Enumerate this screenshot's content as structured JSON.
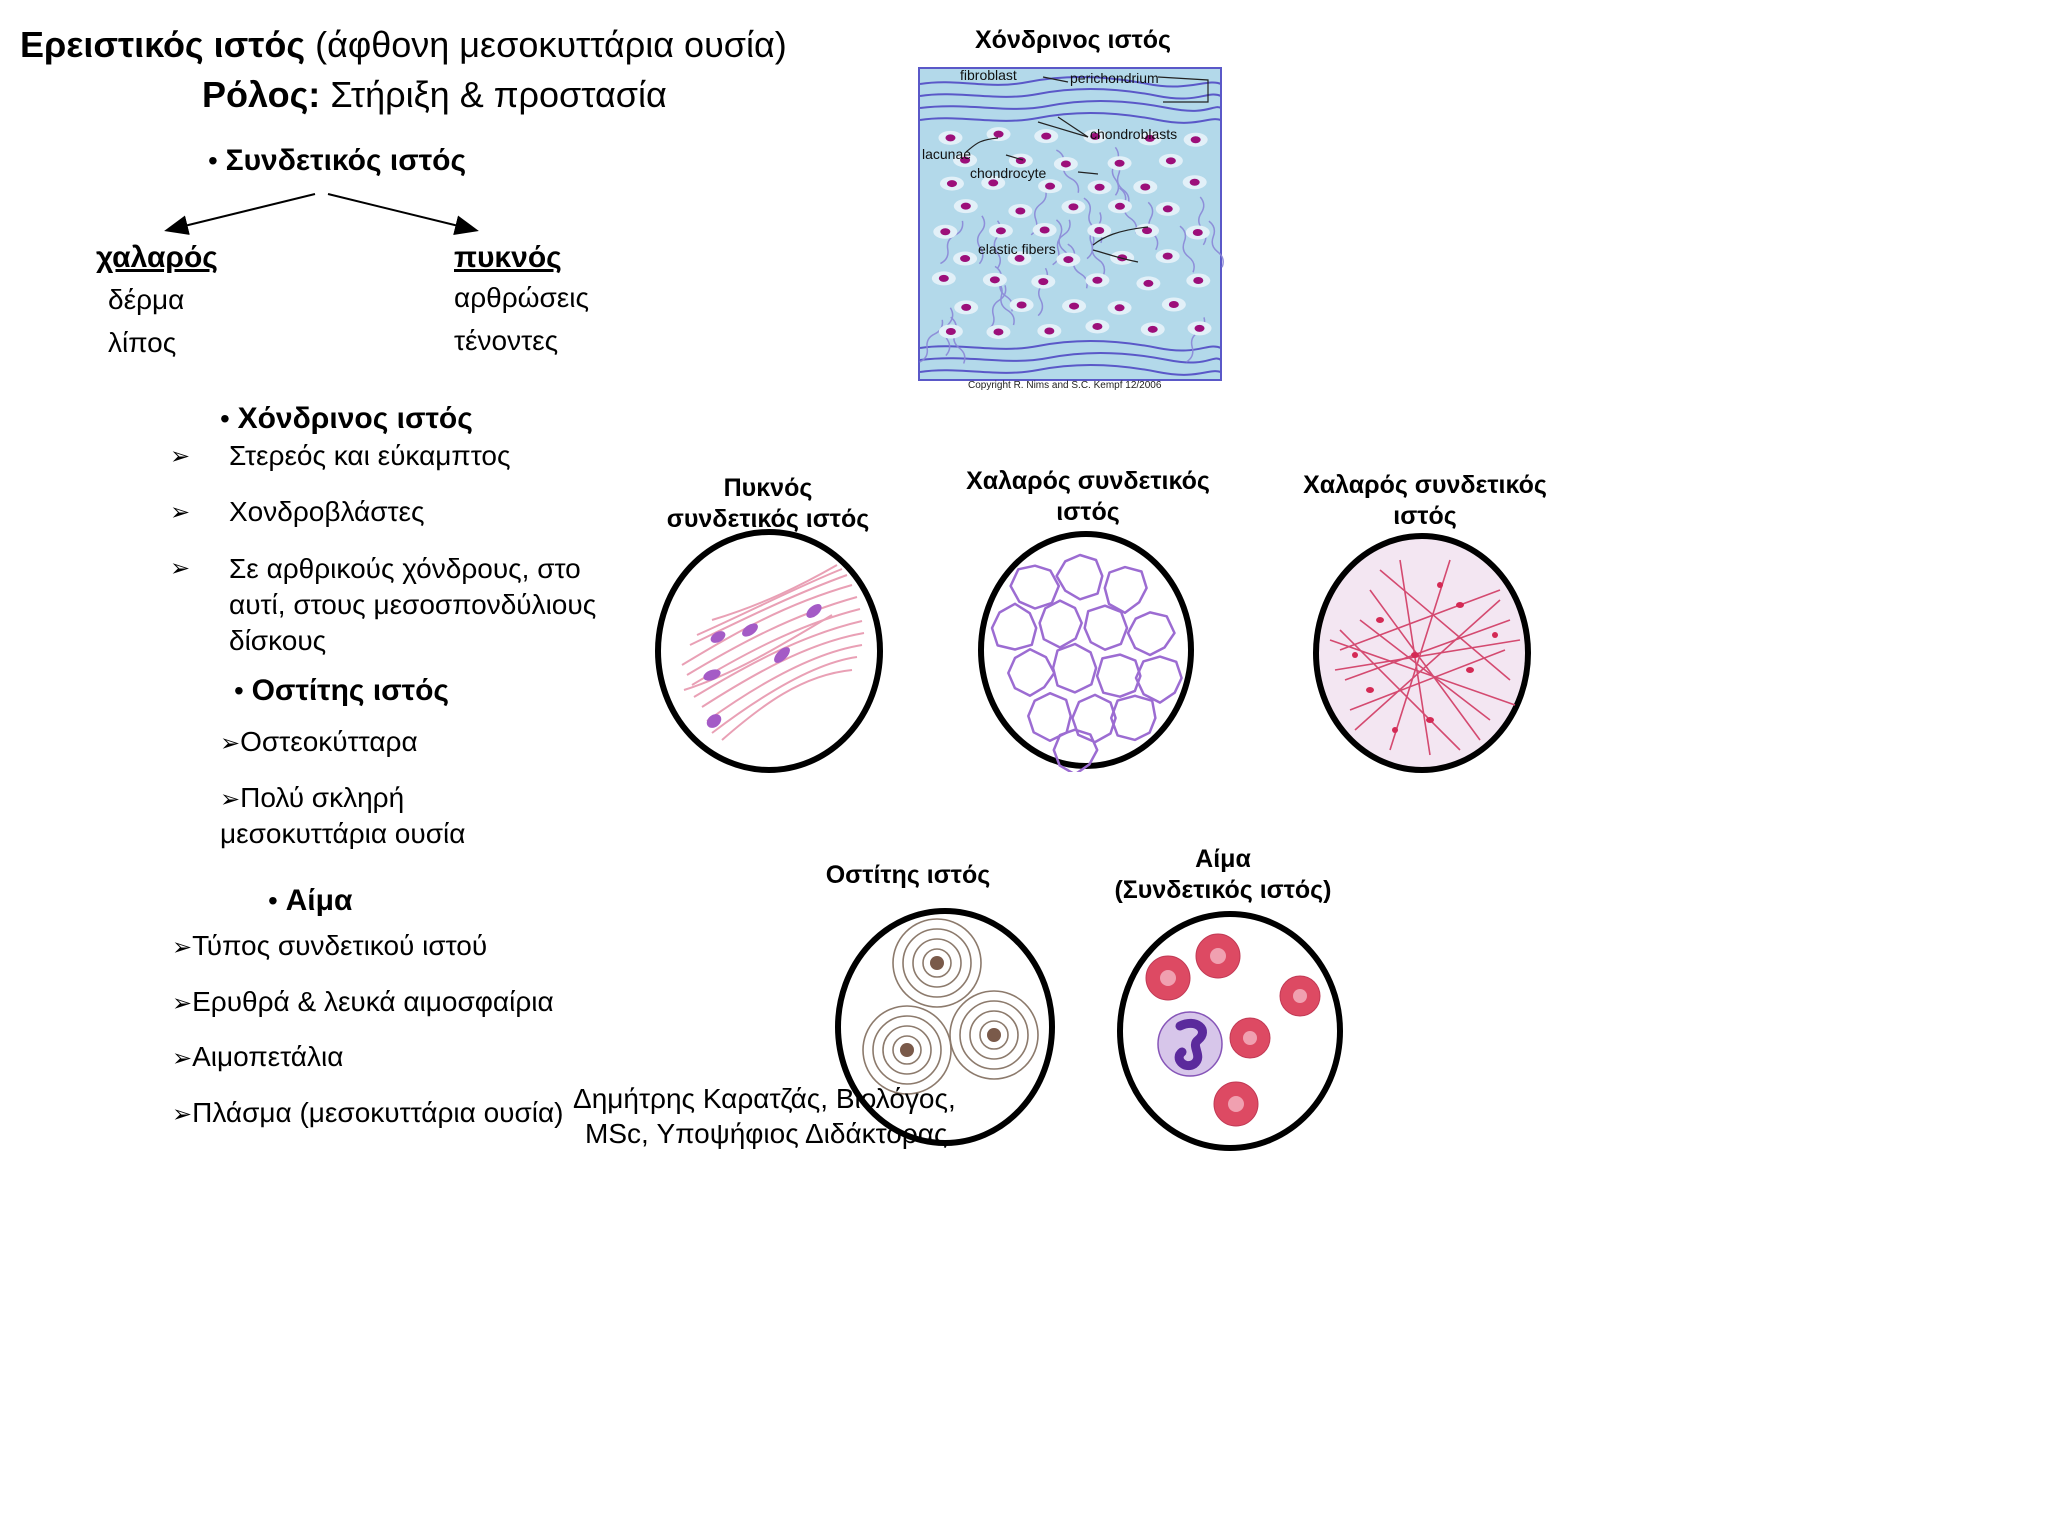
{
  "title": {
    "main_bold": "Ερειστικός ιστός",
    "main_rest": "(άφθονη μεσοκυττάρια ουσία)",
    "role_bold": "Ρόλος:",
    "role_rest": "Στήριξη & προστασία"
  },
  "connective": {
    "bullet": "•",
    "heading": "Συνδετικός ιστός",
    "loose": {
      "label": "χαλαρός",
      "items": [
        "δέρμα",
        "λίπος"
      ]
    },
    "dense": {
      "label": "πυκνός",
      "items": [
        "αρθρώσεις",
        "τένοντες"
      ]
    }
  },
  "cartilage": {
    "heading": "Χόνδρινος ιστός",
    "items": [
      "Στερεός και εύκαμπτος",
      "Χονδροβλάστες"
    ],
    "item3_lines": [
      "Σε αρθρικούς χόνδρους, στο",
      "αυτί, στους μεσοσπονδύλιους",
      "δίσκους"
    ]
  },
  "bone": {
    "heading": "Οστίτης ιστός",
    "item1": "Οστεοκύτταρα",
    "item2_line1": "Πολύ σκληρή",
    "item2_line2": "μεσοκυττάρια ουσία"
  },
  "blood": {
    "heading": "Αίμα",
    "items": [
      "Τύπος συνδετικού ιστού",
      "Ερυθρά & λευκά αιμοσφαίρια",
      "Αιμοπετάλια",
      "Πλάσμα (μεσοκυττάρια ουσία)"
    ]
  },
  "diagram": {
    "title": "Χόνδρινος ιστός",
    "labels": {
      "fibroblast": "fibroblast",
      "perichondrium": "perichondrium",
      "chondroblasts": "chondroblasts",
      "lacunae": "lacunae",
      "chondrocyte": "chondrocyte",
      "elastic_fibers": "elastic fibers"
    },
    "copyright": "Copyright R. Nims and S.C. Kempf 12/2006"
  },
  "micrographs": {
    "dense": {
      "caption_line1": "Πυκνός",
      "caption_line2": "συνδετικός ιστός"
    },
    "loose_adipose": {
      "caption_line1": "Χαλαρός συνδετικός",
      "caption_line2": "ιστός"
    },
    "loose_areolar": {
      "caption_line1": "Χαλαρός συνδετικός",
      "caption_line2": "ιστός"
    },
    "bone": {
      "caption_line1": "Οστίτης ιστός"
    },
    "blood": {
      "caption_line1": "Αίμα",
      "caption_line2": "(Συνδετικός ιστός)"
    }
  },
  "author": {
    "line1": "Δημήτρης Καρατζάς, Βιολόγος,",
    "line2": "MSc, Υποψήφιος Διδάκτορας"
  },
  "arrow_glyph": "➢",
  "colors": {
    "cartilage_bg": "#b3d9ea",
    "cartilage_fiber": "#5a58c8",
    "nucleus": "#9c0f7a",
    "pink_fiber": "#e9a0b5",
    "adipose_purple": "#9c6cd2",
    "areolar_red": "#d44a70",
    "rbc": "#dd4a63",
    "wbc": "#8655b8"
  }
}
